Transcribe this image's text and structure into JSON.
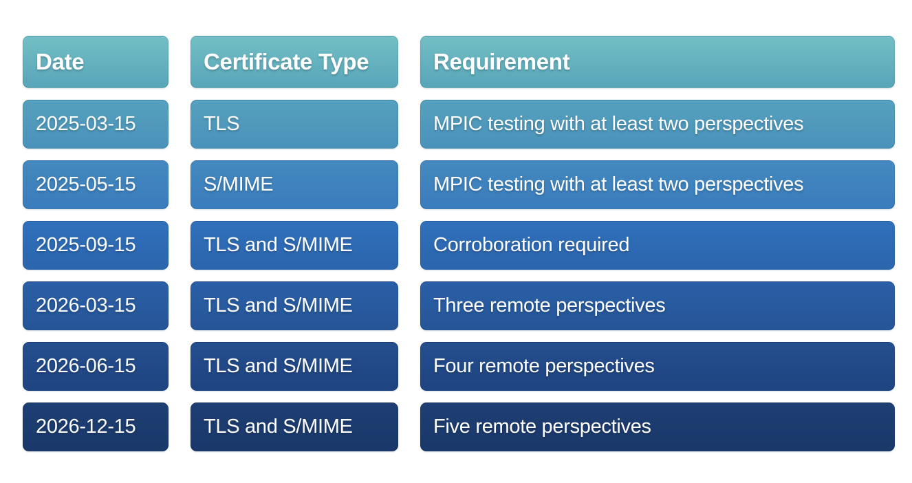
{
  "table": {
    "headers": [
      "Date",
      "Certificate Type",
      "Requirement"
    ],
    "header_colors": {
      "top": "#72bfc4",
      "bottom": "#58a5ba"
    },
    "text_color": "#ffffff",
    "background_color": "#ffffff",
    "rows": [
      {
        "date": "2025-03-15",
        "certificate_type": "TLS",
        "requirement": "MPIC testing with at least two perspectives",
        "colors": {
          "top": "#55a0bd",
          "bottom": "#4a92bb"
        }
      },
      {
        "date": "2025-05-15",
        "certificate_type": "S/MIME",
        "requirement": "MPIC testing with at least two perspectives",
        "colors": {
          "top": "#4489be",
          "bottom": "#3a7cbd"
        }
      },
      {
        "date": "2025-09-15",
        "certificate_type": "TLS and S/MIME",
        "requirement": "Corroboration required",
        "colors": {
          "top": "#3070bb",
          "bottom": "#2b65ad"
        }
      },
      {
        "date": "2026-03-15",
        "certificate_type": "TLS and S/MIME",
        "requirement": "Three remote perspectives",
        "colors": {
          "top": "#2a5fa6",
          "bottom": "#265597"
        }
      },
      {
        "date": "2026-06-15",
        "certificate_type": "TLS and S/MIME",
        "requirement": "Four remote perspectives",
        "colors": {
          "top": "#244e8d",
          "bottom": "#1f4481"
        }
      },
      {
        "date": "2026-12-15",
        "certificate_type": "TLS and S/MIME",
        "requirement": "Five remote perspectives",
        "colors": {
          "top": "#1e3f74",
          "bottom": "#1a3869"
        }
      }
    ]
  },
  "chart_data": {
    "type": "table",
    "columns": [
      "Date",
      "Certificate Type",
      "Requirement"
    ],
    "rows": [
      [
        "2025-03-15",
        "TLS",
        "MPIC testing with at least two perspectives"
      ],
      [
        "2025-05-15",
        "S/MIME",
        "MPIC testing with at least two perspectives"
      ],
      [
        "2025-09-15",
        "TLS and S/MIME",
        "Corroboration required"
      ],
      [
        "2026-03-15",
        "TLS and S/MIME",
        "Three remote perspectives"
      ],
      [
        "2026-06-15",
        "TLS and S/MIME",
        "Four remote perspectives"
      ],
      [
        "2026-12-15",
        "TLS and S/MIME",
        "Five remote perspectives"
      ]
    ],
    "layout_hints": {
      "style": "rounded pill cells on white background",
      "color_ramp": "teal header fading to dark navy by last row",
      "text_color": "#ffffff"
    }
  }
}
